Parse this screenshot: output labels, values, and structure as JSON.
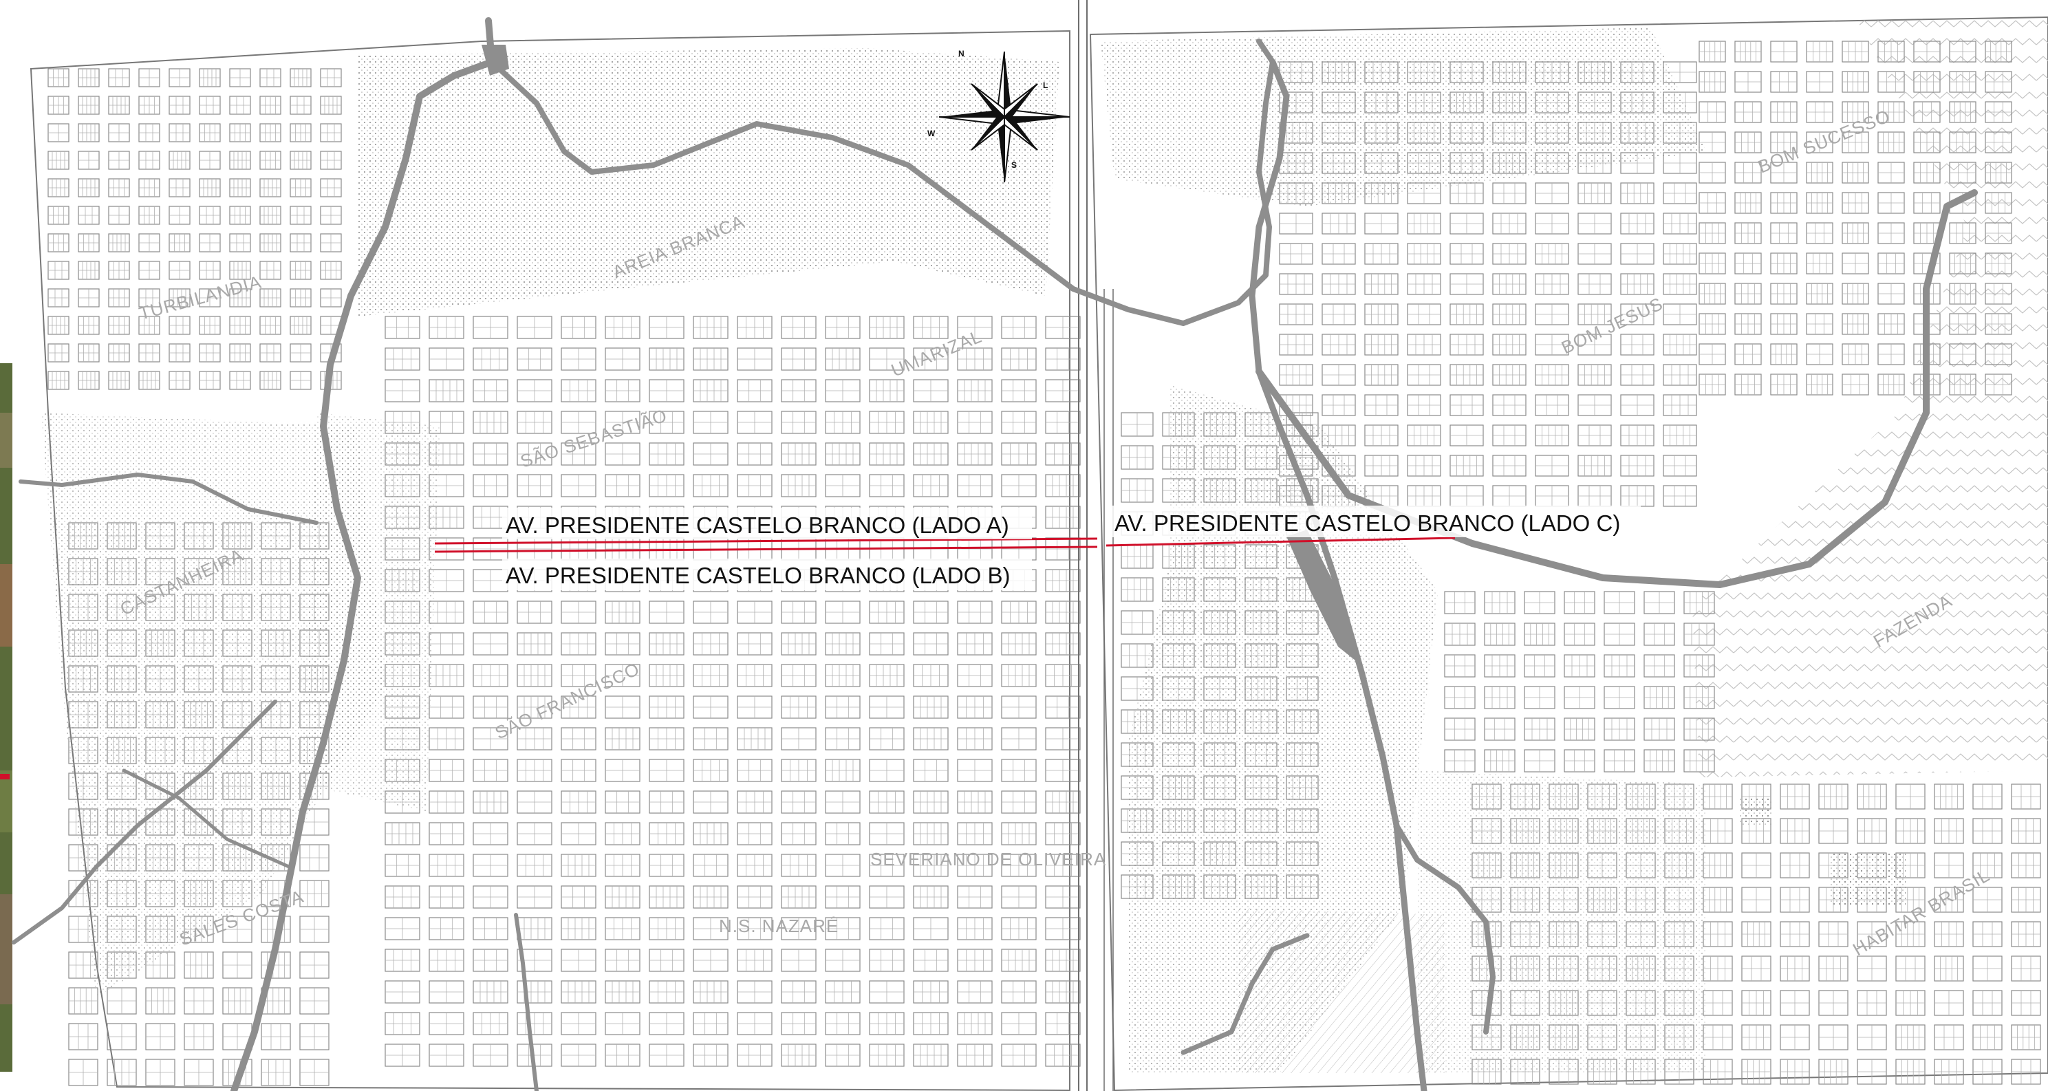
{
  "map": {
    "avenues": {
      "lado_a": "AV. PRESIDENTE CASTELO BRANCO (LADO A)",
      "lado_b": "AV. PRESIDENTE CASTELO BRANCO (LADO B)",
      "lado_c": "AV. PRESIDENTE CASTELO BRANCO (LADO C)"
    },
    "neighborhoods": {
      "turbilandia": "TURBILANDIA",
      "areia_branca": "AREIA BRANCA",
      "umarizal": "UMARIZAL",
      "sao_sebastiao": "SÃO SEBASTIÃO",
      "castanheira": "CASTANHEIRA",
      "sao_francisco": "SÃO FRANCISCO",
      "severiano": "SEVERIANO DE OLIVEIRA",
      "ns_nazare": "N.S. NAZARÉ",
      "sales_costa": "SALES COSTA",
      "bom_sucesso": "BOM SUCESSO",
      "bom_jesus": "BOM JESUS",
      "fazenda": "FAZENDA",
      "habitar_brasil": "HABITAR BRASIL"
    },
    "compass": {
      "n": "N",
      "s": "S",
      "w": "W",
      "l": "L"
    },
    "colors": {
      "background": "#ffffff",
      "river": "#8e8e8e",
      "vegetation": "#cfcfcf",
      "lines": "#6e6e6e",
      "avenue_highlight": "#d0102a",
      "labels": "#a9a9a9",
      "satellite_strip": "#5a6b3a"
    },
    "icons": [
      "compass-rose-icon"
    ]
  }
}
